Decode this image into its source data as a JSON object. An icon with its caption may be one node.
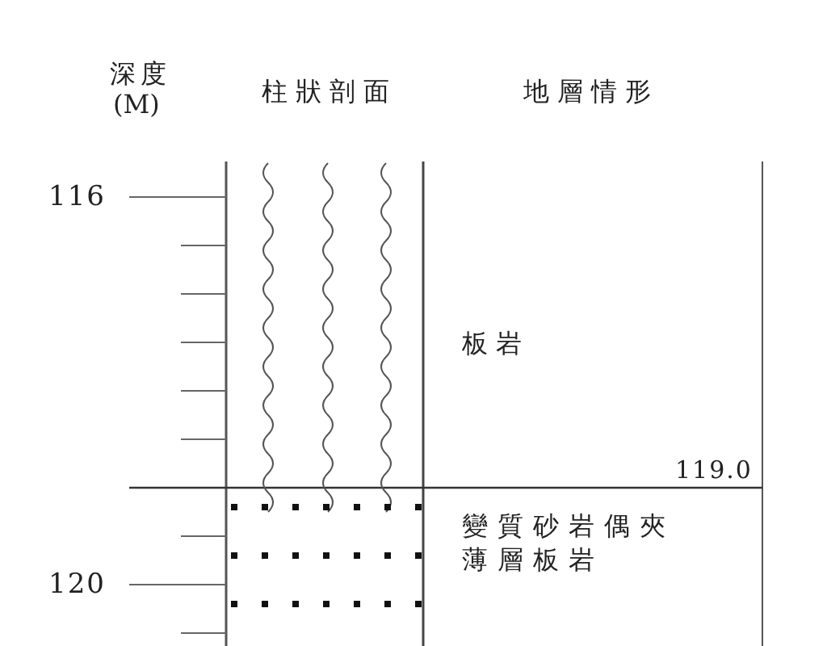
{
  "diagram": {
    "labels": [
      "深度",
      "(M)",
      "柱狀剖面",
      "地層情形",
      "116",
      "板岩",
      "119.0",
      "變質砂岩偶夾薄層板岩",
      "120"
    ]
  }
}
